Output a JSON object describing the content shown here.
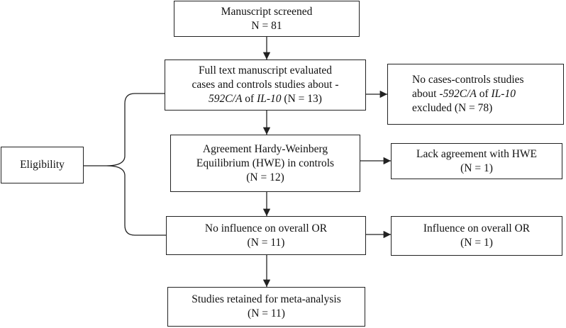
{
  "nodes": {
    "screened": {
      "line1": "Manuscript screened",
      "line2": "N = 81"
    },
    "fulltext": {
      "line1": "Full text manuscript evaluated",
      "line2": "cases and controls studies about -",
      "line3_gene_pos": "592C/A",
      "line3_of": " of ",
      "line3_gene": "IL-10",
      "line3_n": " (N = 13)"
    },
    "excluded": {
      "line1": "No cases-controls studies",
      "line2_pre": "about ",
      "line2_gene_pos": "-592C/A",
      "line2_of": " of ",
      "line2_gene": "IL-10",
      "line3": "excluded (N = 78)"
    },
    "hwe": {
      "line1": "Agreement Hardy-Weinberg",
      "line2": "Equilibrium (HWE) in controls",
      "line3": "(N = 12)"
    },
    "lack_hwe": {
      "line1": "Lack agreement with HWE",
      "line2": "(N = 1)"
    },
    "no_influence": {
      "line1": "No influence on overall OR",
      "line2": "(N = 11)"
    },
    "influence": {
      "line1": "Influence on overall OR",
      "line2": "(N = 1)"
    },
    "retained": {
      "line1": "Studies retained for meta-analysis",
      "line2": "(N = 11)"
    },
    "eligibility": {
      "label": "Eligibility"
    }
  }
}
